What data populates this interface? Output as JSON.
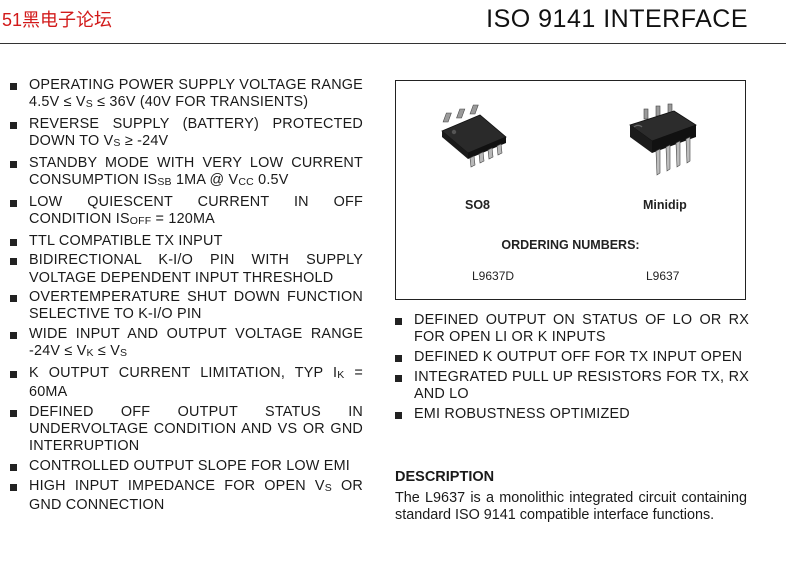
{
  "watermark": "51黑电子论坛",
  "title": "ISO 9141 INTERFACE",
  "features_left": [
    [
      "OPERATING POWER SUPPLY VOLTAGE RANGE 4.5V ≤ V",
      "S",
      " ≤ 36V (40V FOR TRANSIENTS)"
    ],
    [
      "REVERSE SUPPLY (BATTERY) PROTECTED DOWN TO V",
      "S",
      " ≥ -24V"
    ],
    [
      "STANDBY MODE WITH VERY LOW CURRENT CONSUMPTION IS",
      "SB",
      " 1μA @ V",
      "CC",
      " 0.5V"
    ],
    [
      "LOW QUIESCENT CURRENT IN OFF CONDITION IS",
      "OFF",
      " = 120μA"
    ],
    [
      "TTL COMPATIBLE TX INPUT"
    ],
    [
      "BIDIRECTIONAL K-I/O PIN WITH SUPPLY VOLTAGE DEPENDENT INPUT THRESHOLD"
    ],
    [
      "OVERTEMPERATURE SHUT DOWN FUNCTION SELECTIVE TO K-I/O PIN"
    ],
    [
      "WIDE INPUT AND OUTPUT VOLTAGE RANGE -24V ≤ V",
      "K",
      " ≤ V",
      "S",
      ""
    ],
    [
      "K OUTPUT CURRENT LIMITATION, TYP I",
      "K",
      " = 60mA"
    ],
    [
      "DEFINED OFF OUTPUT STATUS IN UNDERVOLTAGE CONDITION AND VS OR GND INTERRUPTION"
    ],
    [
      "CONTROLLED OUTPUT SLOPE FOR LOW EMI"
    ],
    [
      "HIGH INPUT IMPEDANCE FOR OPEN V",
      "S",
      " OR GND CONNECTION"
    ]
  ],
  "features_right": [
    "DEFINED OUTPUT ON STATUS OF LO OR RX FOR OPEN LI OR K INPUTS",
    "DEFINED K OUTPUT OFF FOR TX INPUT OPEN",
    "INTEGRATED PULL UP RESISTORS FOR TX, RX AND LO",
    "EMI ROBUSTNESS OPTIMIZED"
  ],
  "packages": {
    "so8_label": "SO8",
    "minidip_label": "Minidip",
    "ordering_heading": "ORDERING NUMBERS:",
    "so8_part": "L9637D",
    "minidip_part": "L9637"
  },
  "description": {
    "heading": "DESCRIPTION",
    "body": "The L9637 is a monolithic integrated circuit containing standard ISO 9141 compatible interface functions."
  },
  "colors": {
    "watermark": "#d21a1a",
    "text": "#1a1a1a",
    "rule": "#333333"
  }
}
